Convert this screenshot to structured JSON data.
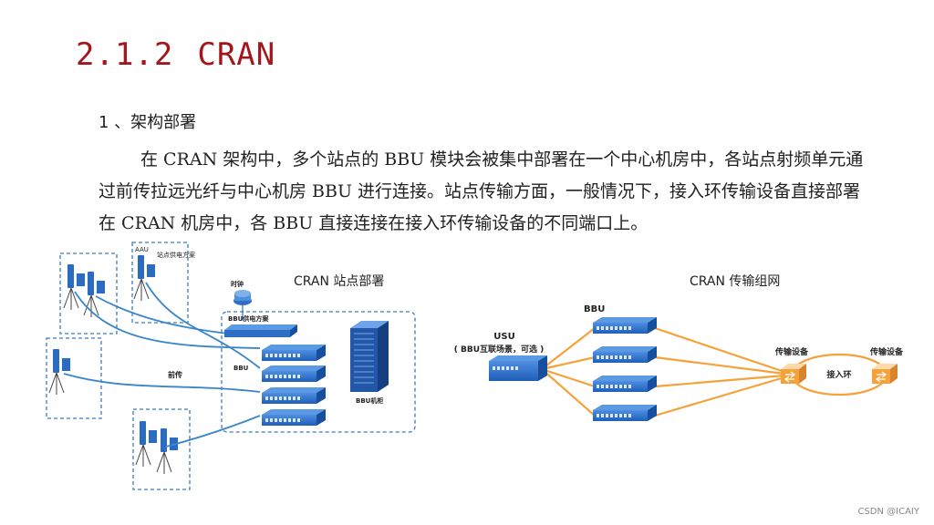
{
  "slide": {
    "title_number": "2.1.2",
    "title_text": "CRAN",
    "section_heading": "1 、架构部署",
    "paragraph": "在 CRAN 架构中，多个站点的 BBU 模块会被集中部署在一个中心机房中，各站点射频单元通过前传拉远光纤与中心机房 BBU 进行连接。站点传输方面，一般情况下，接入环传输设备直接部署在 CRAN 机房中，各 BBU 直接连接在接入环传输设备的不同端口上。"
  },
  "diagram_left": {
    "caption": "CRAN 站点部署",
    "labels": {
      "aau": "AAU",
      "site_power": "站点供电方案",
      "clock": "时钟",
      "bbu_power": "BBU供电方案",
      "bbu": "BBU",
      "fronthaul": "前传",
      "bbu_cabinet": "BBU机柜"
    }
  },
  "diagram_right": {
    "caption": "CRAN 传输组网",
    "labels": {
      "bbu": "BBU",
      "usu": "USU",
      "usu_note": "( BBU互联场景，可选 )",
      "transport_device_1": "传输设备",
      "transport_device_2": "传输设备",
      "access_ring": "接入环"
    }
  },
  "watermark": "CSDN @ICAIY",
  "colors": {
    "title": "#a3171c",
    "equipment_blue": "#2d6fc4",
    "fiber_blue": "#3a86c8",
    "ring_orange": "#f5a23a",
    "dashed_box": "#3a7dc4"
  }
}
